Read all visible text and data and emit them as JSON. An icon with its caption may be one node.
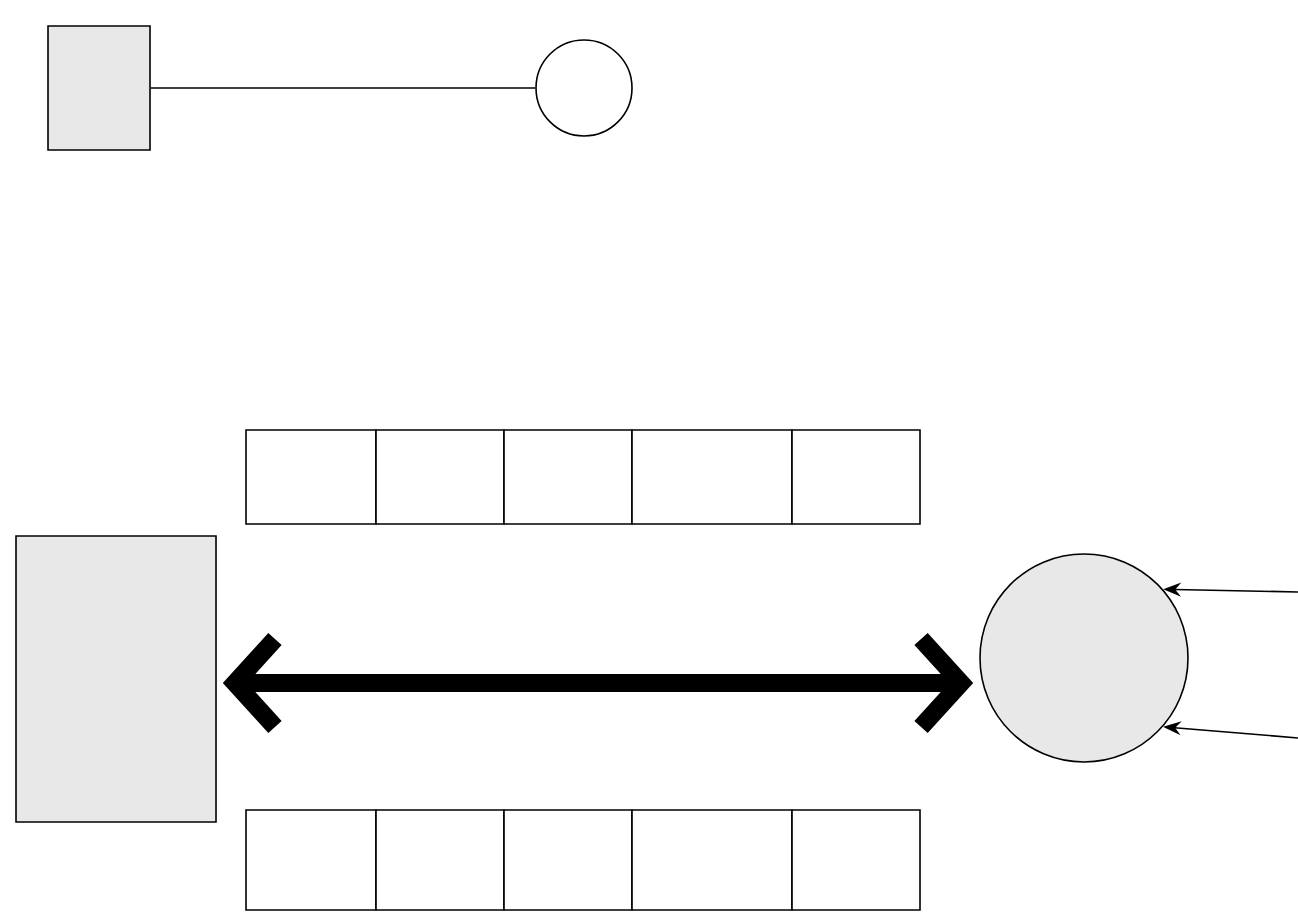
{
  "diagram": {
    "nodes": [
      {
        "text": [],
        "shape": "box"
      },
      {
        "text": [],
        "shape": "circle"
      },
      {
        "text": [],
        "shape": "box"
      },
      {
        "text": [],
        "shape": "box"
      },
      {
        "text": [],
        "shape": "box"
      },
      {
        "text": [],
        "shape": "box"
      },
      {
        "text": [],
        "shape": "box"
      },
      {
        "text": [],
        "shape": "box"
      },
      {
        "text": [],
        "shape": "circle"
      },
      {
        "text": [],
        "shape": "box"
      },
      {
        "text": [],
        "shape": "box"
      },
      {
        "text": [],
        "shape": "box"
      },
      {
        "text": [],
        "shape": "box"
      },
      {
        "text": [],
        "shape": "box"
      }
    ],
    "edges": [
      {
        "from": 0,
        "to": 1,
        "arrow": "none"
      },
      {
        "from": 7,
        "to": 8,
        "arrow": "both",
        "style": "thick"
      },
      {
        "from": null,
        "to": 8,
        "arrow": "to"
      },
      {
        "from": null,
        "to": 8,
        "arrow": "to"
      }
    ]
  }
}
